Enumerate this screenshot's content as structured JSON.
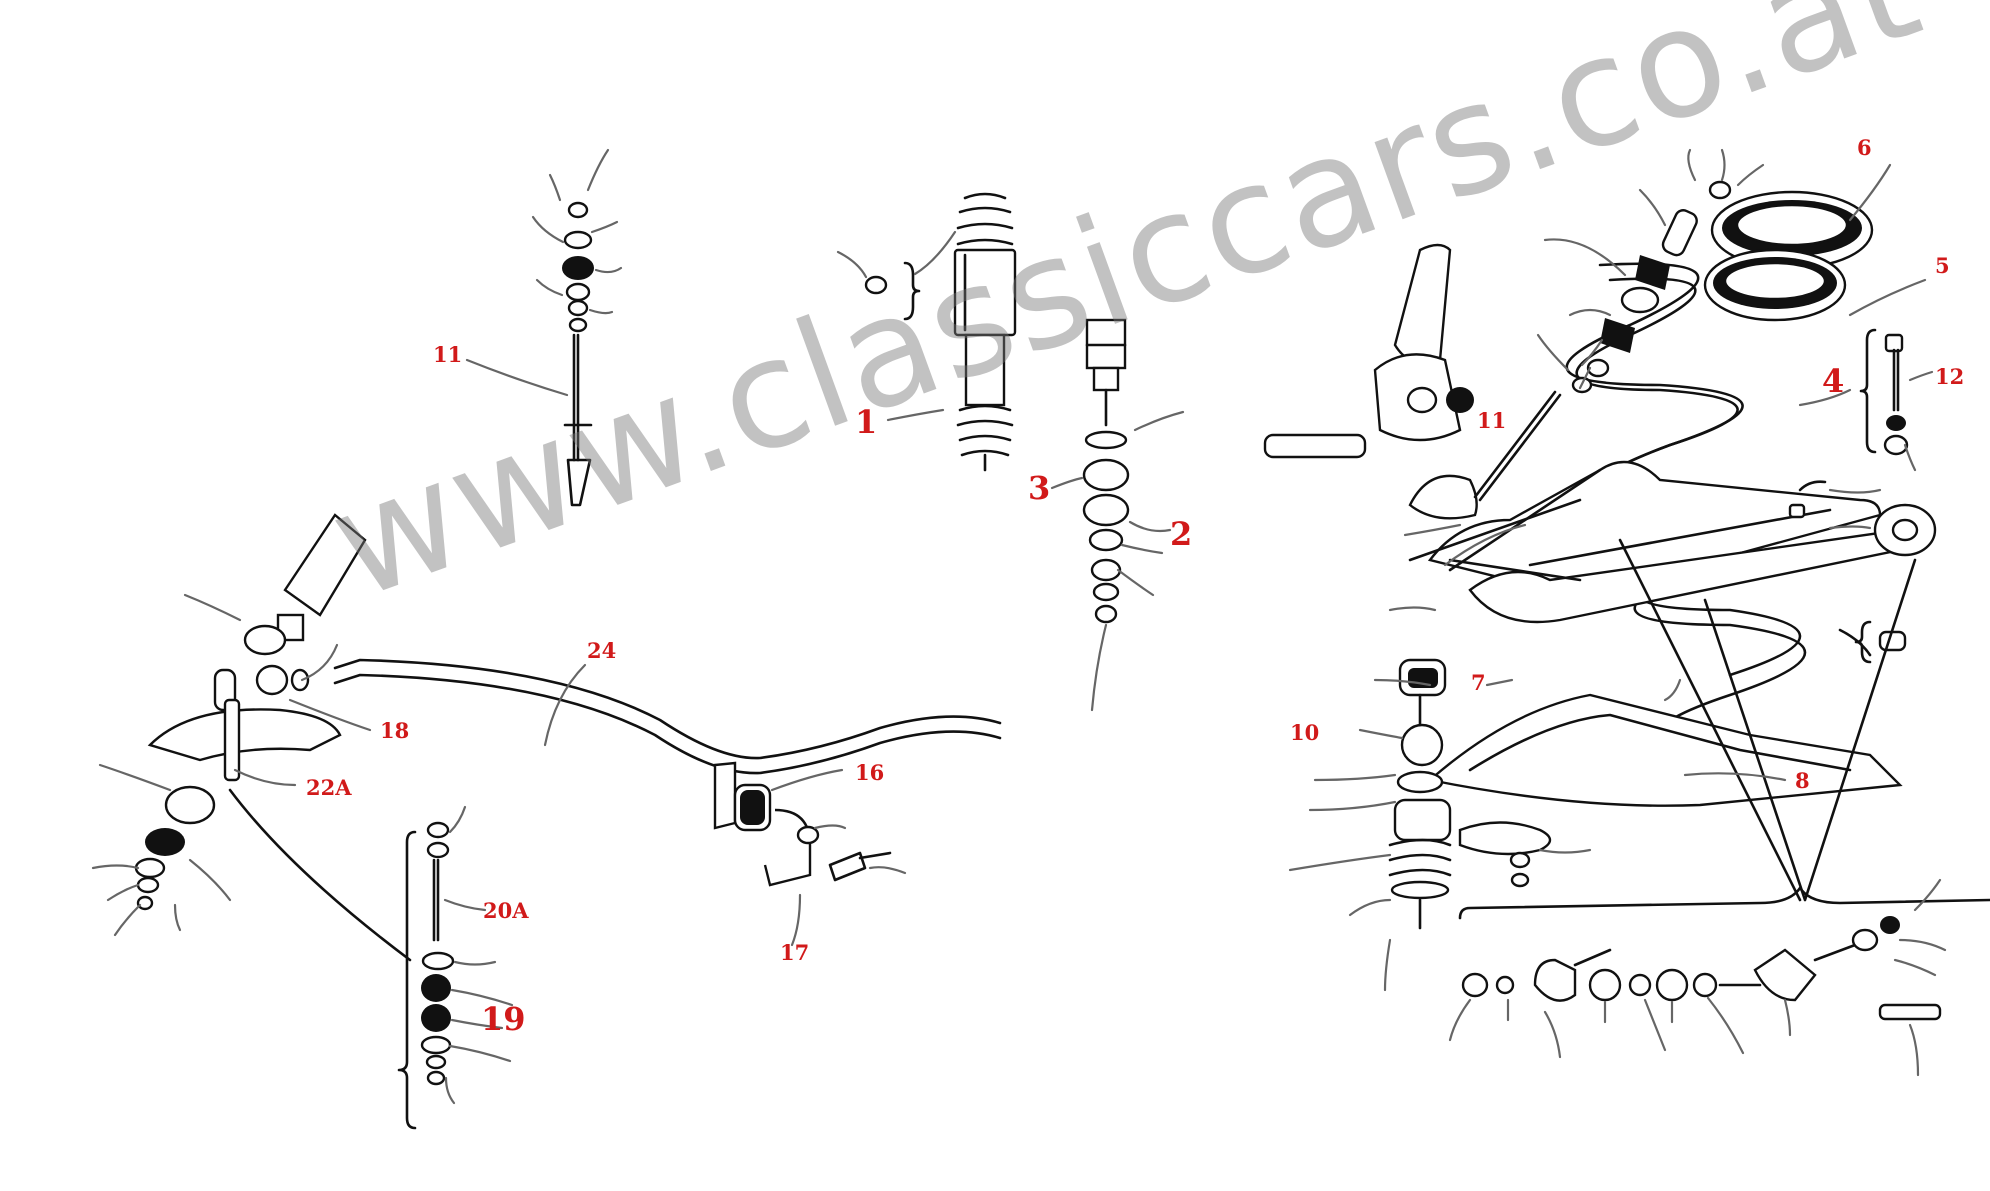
{
  "watermark": "www.classiccars.co.at",
  "colors": {
    "callout": "#d11a1a",
    "ink": "#111111",
    "leader": "#666666",
    "watermark": "#8c8c8c"
  },
  "callouts": [
    {
      "id": "6",
      "text": "6"
    },
    {
      "id": "5",
      "text": "5"
    },
    {
      "id": "4",
      "text": "4"
    },
    {
      "id": "12",
      "text": "12"
    },
    {
      "id": "11-right",
      "text": "11"
    },
    {
      "id": "7",
      "text": "7"
    },
    {
      "id": "10",
      "text": "10"
    },
    {
      "id": "8",
      "text": "8"
    },
    {
      "id": "11-left",
      "text": "11"
    },
    {
      "id": "1",
      "text": "1"
    },
    {
      "id": "3",
      "text": "3"
    },
    {
      "id": "2",
      "text": "2"
    },
    {
      "id": "24",
      "text": "24"
    },
    {
      "id": "18",
      "text": "18"
    },
    {
      "id": "22A",
      "text": "22A"
    },
    {
      "id": "16",
      "text": "16"
    },
    {
      "id": "17",
      "text": "17"
    },
    {
      "id": "20A",
      "text": "20A"
    },
    {
      "id": "19",
      "text": "19"
    }
  ]
}
